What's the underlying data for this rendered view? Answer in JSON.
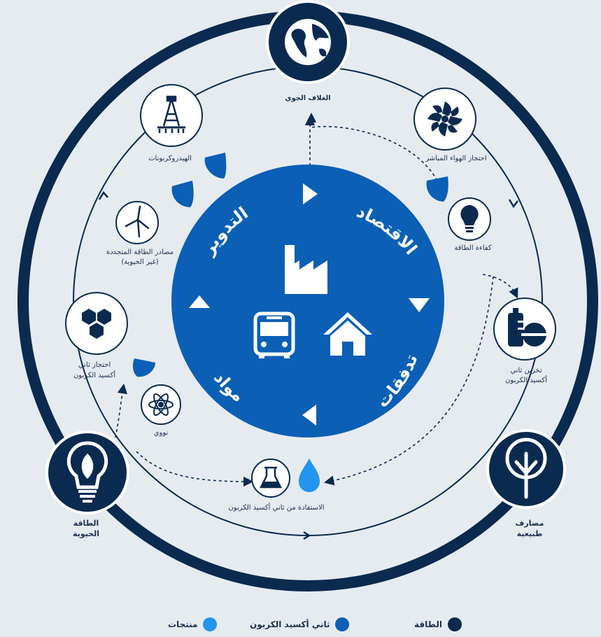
{
  "colors": {
    "background": "#e6ebf0",
    "navy": "#0b2a4f",
    "blue": "#0b5fb5",
    "light_blue": "#2195f0",
    "white": "#ffffff"
  },
  "nodes": {
    "atmosphere": {
      "label": "الغلاف الجوي",
      "icon": "globe-icon"
    },
    "direct_air_capture": {
      "label": "احتجاز الهواء المباشر",
      "icon": "fan-icon"
    },
    "energy_efficiency": {
      "label": "كفاءة الطاقة",
      "icon": "lightbulb-icon"
    },
    "co2_storage": {
      "label_line1": "تخزين ثاني",
      "label_line2": "أكسيد الكربون",
      "icon": "storage-tanks-icon"
    },
    "natural_sinks": {
      "label_line1": "مصارف",
      "label_line2": "طبيعية",
      "icon": "tree-icon"
    },
    "co2_utilization": {
      "label": "الاستفادة من ثاني أكسيد الكربون",
      "icon": "flask-icon"
    },
    "bioenergy": {
      "label_line1": "الطاقة",
      "label_line2": "الحيوية",
      "icon": "leaf-bulb-icon"
    },
    "nuclear": {
      "label": "نووي",
      "icon": "atom-icon"
    },
    "co2_capture": {
      "label_line1": "احتجاز ثاني",
      "label_line2": "أكسيد الكربون",
      "icon": "hexagons-icon"
    },
    "renewables": {
      "label_line1": "مصادر الطاقة المتجددة",
      "label_line2": "(غير الحيوية)",
      "icon": "wind-turbine-icon"
    },
    "hydrocarbons": {
      "label": "الهيدروكربونات",
      "icon": "oil-rig-icon"
    }
  },
  "center": {
    "economy": "الاقتصاد",
    "recycling": "التدوير",
    "materials": "مواد",
    "flows": "تدفقات",
    "icons": [
      "factory-icon",
      "bus-icon",
      "house-icon"
    ]
  },
  "legend": {
    "energy": "الطاقة",
    "co2": "ثاني أكسيد الكربون",
    "products": "منتجات"
  }
}
